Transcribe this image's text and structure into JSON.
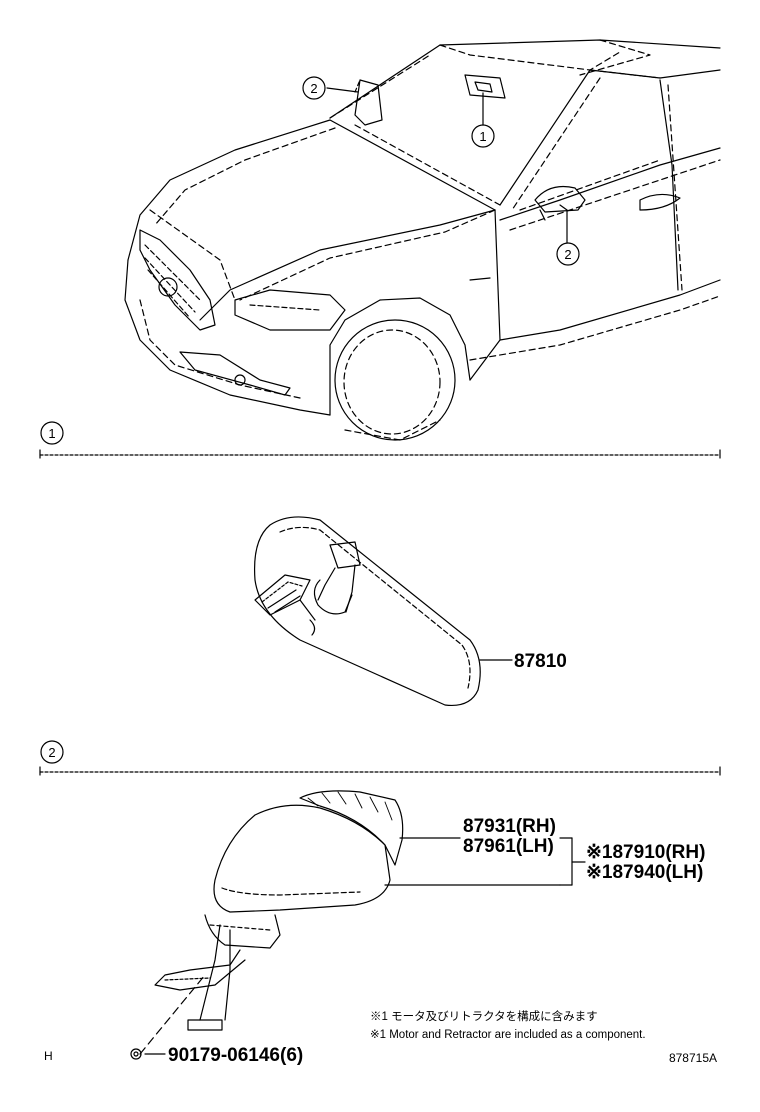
{
  "callouts": {
    "one": "1",
    "two": "2"
  },
  "section1": {
    "number": "1",
    "part": "87810"
  },
  "section2": {
    "number": "2",
    "part_rh": "87931(RH)",
    "part_lh": "87961(LH)",
    "assy_rh": "※187910(RH)",
    "assy_lh": "※187940(LH)",
    "screw": "90179-06146(6)"
  },
  "notes": {
    "jp": "※1 モータ及びリトラクタを構成に含みます",
    "en": "※1 Motor and Retractor are included as a component."
  },
  "corner_mark": "H",
  "diagram_id": "878715A"
}
